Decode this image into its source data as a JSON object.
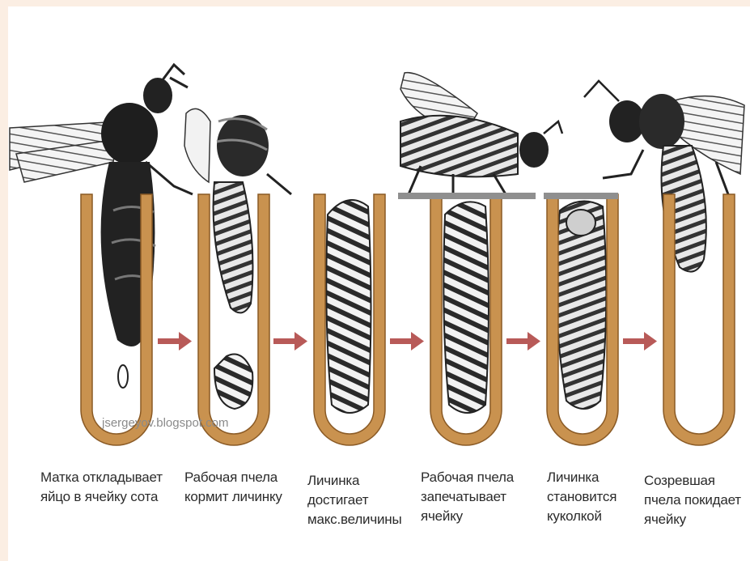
{
  "watermark": "jsergeyov.blogspot.com",
  "stages": [
    {
      "caption": "Матка откладывает\nяйцо в ячейку сота",
      "content": "egg"
    },
    {
      "caption": "Рабочая пчела\nкормит личинку",
      "content": "young-larva"
    },
    {
      "caption": "Личинка\nдостигает\nмакс.величины",
      "content": "full-larva"
    },
    {
      "caption": "Рабочая пчела\nзапечатывает\nячейку",
      "content": "sealed-larva"
    },
    {
      "caption": "Личинка\nстановится\nкуколкой",
      "content": "pupa"
    },
    {
      "caption": "Созревшая\nпчела покидает\nячейку",
      "content": "emerging-bee"
    }
  ],
  "colors": {
    "cell_wall": "#c9924f",
    "cell_outline": "#8a5a25",
    "arrow": "#b85a58",
    "insect_dark": "#1e1e1e",
    "insect_mid": "#6f6f6f",
    "insect_light": "#e9e9e9",
    "cap": "#8f8f8f"
  }
}
